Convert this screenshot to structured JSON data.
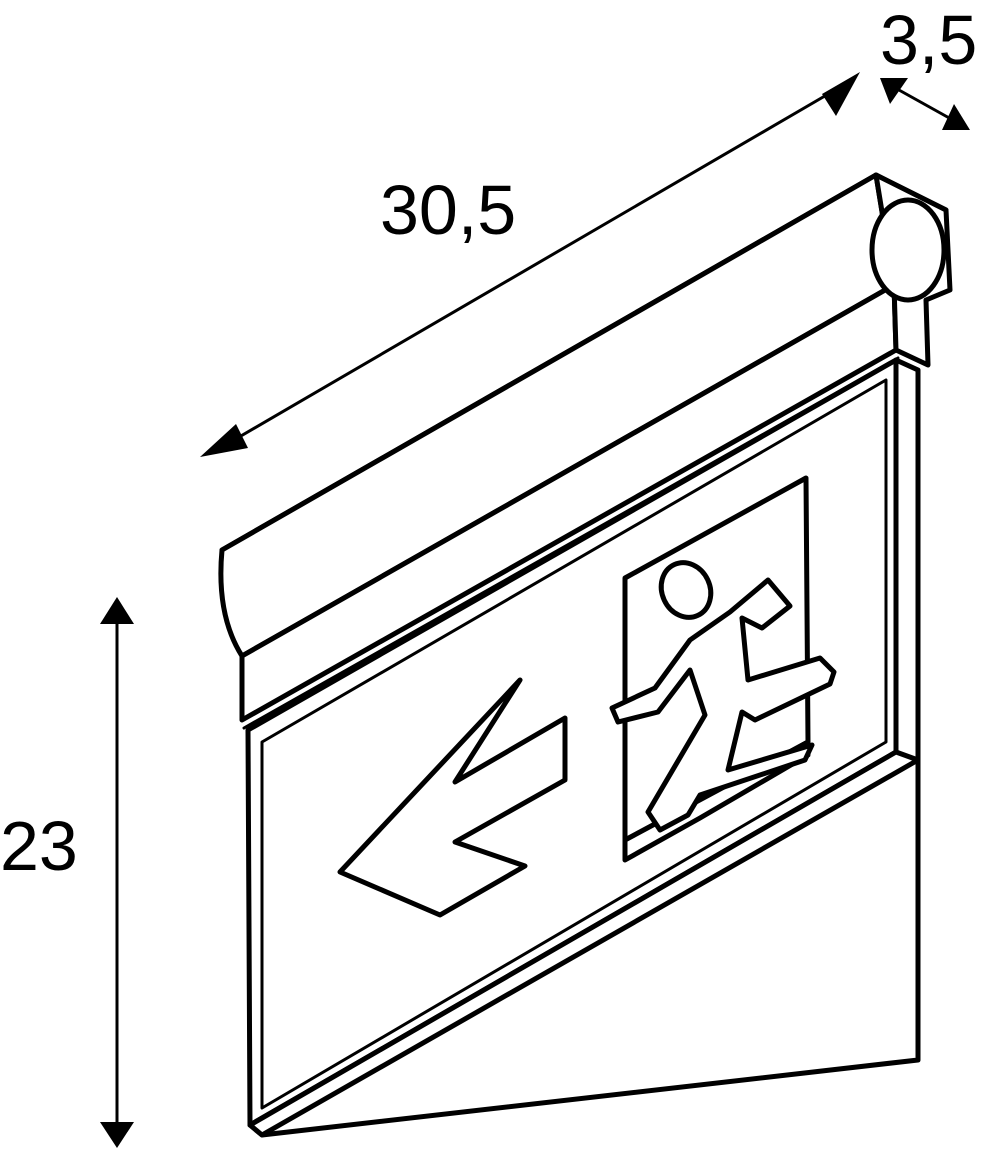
{
  "figure": {
    "subject": "exit-sign-luminaire",
    "stroke_color": "#000000",
    "background_color": "#ffffff",
    "pictogram": "running-man-exit-icon",
    "direction_symbol": "arrow-left-down-icon"
  },
  "dimensions": {
    "width": "30,5",
    "depth": "3,5",
    "height": "23"
  }
}
